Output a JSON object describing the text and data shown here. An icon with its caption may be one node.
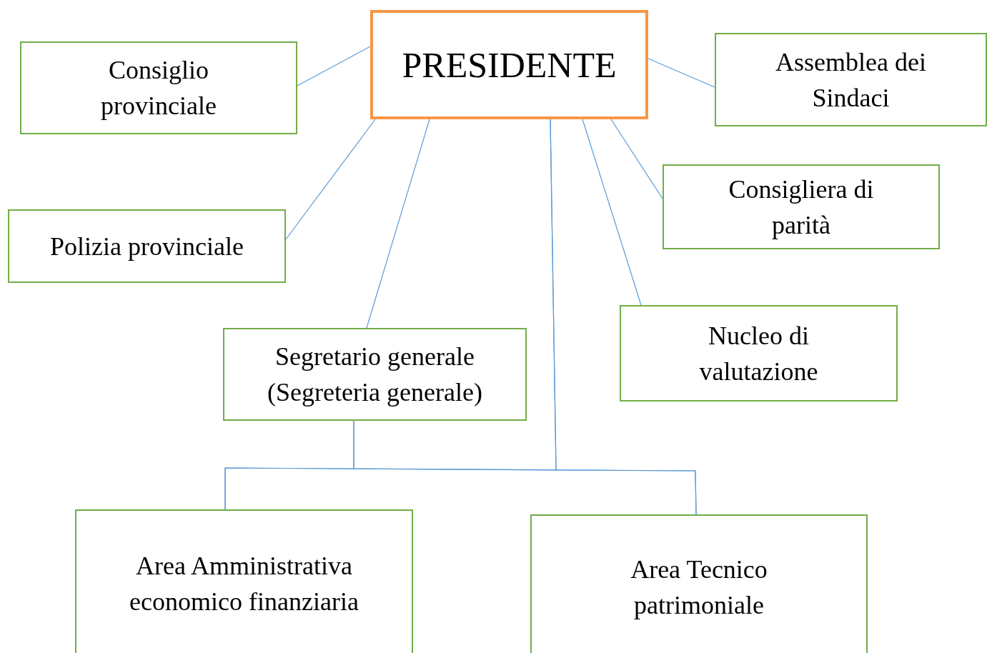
{
  "diagram": {
    "nodes": [
      {
        "text": [
          "PRESIDENTE"
        ]
      },
      {
        "text": [
          "Consiglio provinciale"
        ]
      },
      {
        "text": [
          "Assemblea dei Sindaci"
        ]
      },
      {
        "text": [
          "Polizia provinciale"
        ]
      },
      {
        "text": [
          "Consigliera di parità"
        ]
      },
      {
        "text": [
          "Segretario generale (Segreteria generale)"
        ]
      },
      {
        "text": [
          "Nucleo di valutazione"
        ]
      },
      {
        "text": [
          "Area Amministrativa economico finanziaria"
        ]
      },
      {
        "text": [
          "Area Tecnico patrimoniale"
        ]
      }
    ],
    "edges": [
      {
        "from": 0,
        "to": 1,
        "arrow": "none"
      },
      {
        "from": 0,
        "to": 2,
        "arrow": "none"
      },
      {
        "from": 0,
        "to": 3,
        "arrow": "none"
      },
      {
        "from": 0,
        "to": 4,
        "arrow": "none"
      },
      {
        "from": 0,
        "to": 5,
        "arrow": "none"
      },
      {
        "from": 0,
        "to": 6,
        "arrow": "none"
      },
      {
        "from": 0,
        "to": 7,
        "arrow": "none"
      },
      {
        "from": 0,
        "to": 8,
        "arrow": "none"
      },
      {
        "from": 5,
        "to": 7,
        "arrow": "none"
      },
      {
        "from": 5,
        "to": 8,
        "arrow": "none"
      }
    ]
  }
}
